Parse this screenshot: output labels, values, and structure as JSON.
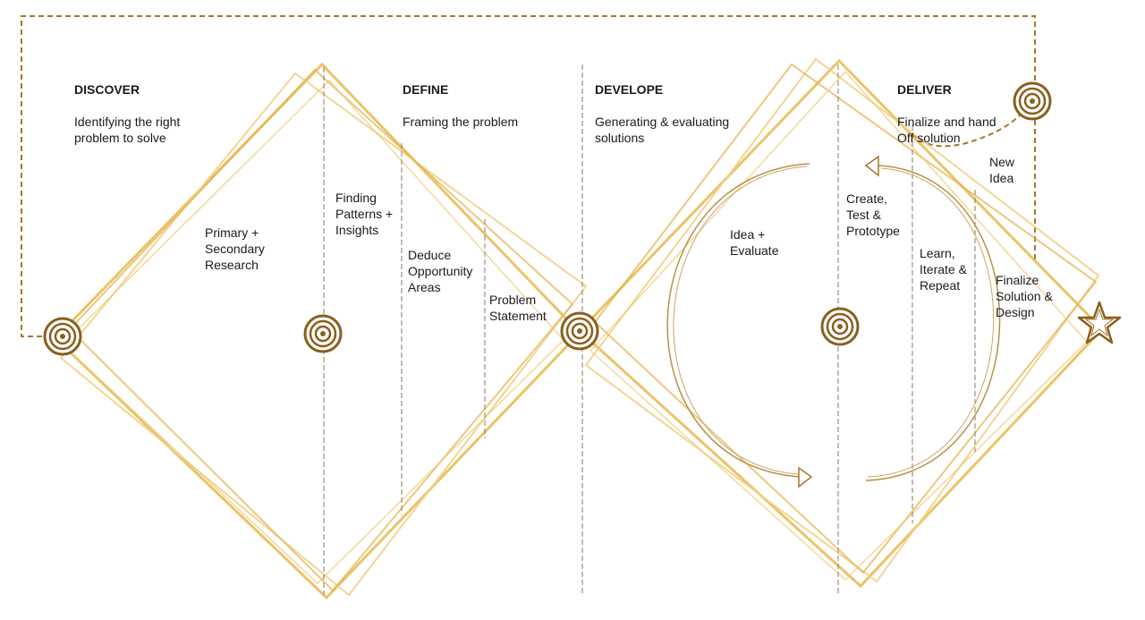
{
  "colors": {
    "gold": "#E8B84B",
    "gold_light": "#F1D08A",
    "bronze": "#A5762A",
    "dark_bronze": "#8A5F1C",
    "divider": "#8C7A5E"
  },
  "icons": {
    "target": "concentric-target-icon",
    "goal": "star-icon"
  },
  "phases": [
    {
      "title": "DISCOVER",
      "subtitle": "Identifying the right\nproblem to solve"
    },
    {
      "title": "DEFINE",
      "subtitle": "Framing the problem"
    },
    {
      "title": "DEVELOPE",
      "subtitle": "Generating & evaluating\nsolutions"
    },
    {
      "title": "DELIVER",
      "subtitle": "Finalize and hand\nOff solution"
    }
  ],
  "steps": {
    "research": "Primary +\nSecondary\nResearch",
    "patterns": "Finding\nPatterns +\nInsights",
    "opportunity": "Deduce\nOpportunity\nAreas",
    "problem": "Problem\nStatement",
    "idea": "Idea +\nEvaluate",
    "create": "Create,\nTest &\nPrototype",
    "learn": "Learn,\nIterate &\nRepeat",
    "new_idea": "New\nIdea",
    "finalize": "Finalize\nSolution &\nDesign"
  }
}
